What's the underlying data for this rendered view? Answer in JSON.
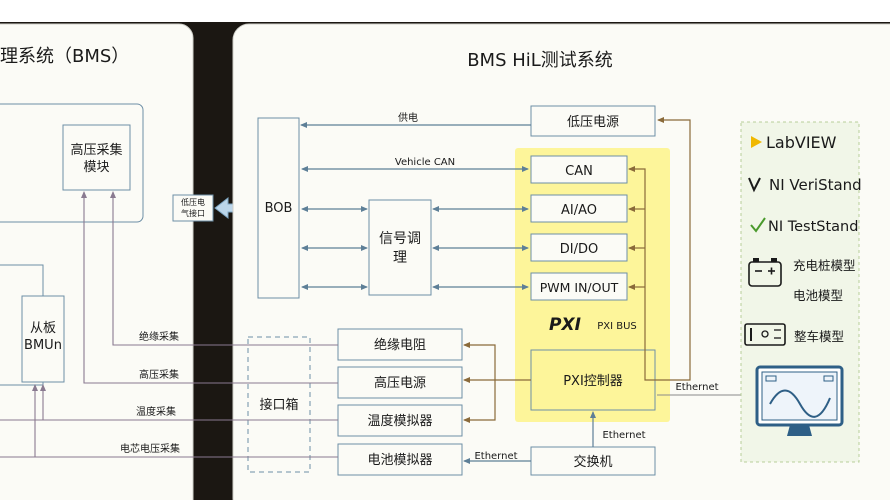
{
  "left_panel": {
    "title": "理系统（BMS）",
    "hv_module": [
      "高压采集",
      "模块"
    ],
    "slave": [
      "从板",
      "BMUn"
    ]
  },
  "connector": [
    "低压电",
    "气接口"
  ],
  "right_panel": {
    "title": "BMS HiL测试系统",
    "bob": "BOB",
    "signal": [
      "信号调",
      "理"
    ],
    "low_voltage_supply": "低压电源",
    "can": "CAN",
    "aiao": "AI/AO",
    "dido": "DI/DO",
    "pwm": "PWM IN/OUT",
    "pxi_logo": "PXI",
    "pxi_bus": "PXI BUS",
    "pxi_controller": "PXI控制器",
    "insulation": "绝缘电阻",
    "hv_supply": "高压电源",
    "temp_sim": "温度模拟器",
    "battery_sim": "电池模拟器",
    "switch": "交换机",
    "interface_box": "接口箱"
  },
  "line_labels": {
    "power": "供电",
    "vehicle_can": "Vehicle CAN",
    "insulation_acq": "绝缘采集",
    "hv_acq": "高压采集",
    "temp_acq": "温度采集",
    "cell_voltage_acq": "电芯电压采集",
    "ethernet_pc": "Ethernet",
    "ethernet_switch": "Ethernet",
    "ethernet_battery": "Ethernet"
  },
  "software": {
    "labview": "LabVIEW",
    "veristand": "NI VeriStand",
    "teststand": "NI TestStand",
    "charger_model": "充电桩模型",
    "battery_model": "电池模型",
    "vehicle_model": "整车模型"
  },
  "colors": {
    "box_border": "#6d8fa6",
    "box_fill": "#fbfbf6",
    "pxi_fill": "#fdf59a",
    "arrow_blue": "#5d7f97",
    "arrow_brown": "#8a6a3a",
    "software_fill": "#f1f6e8",
    "divider": "#1b1712"
  }
}
